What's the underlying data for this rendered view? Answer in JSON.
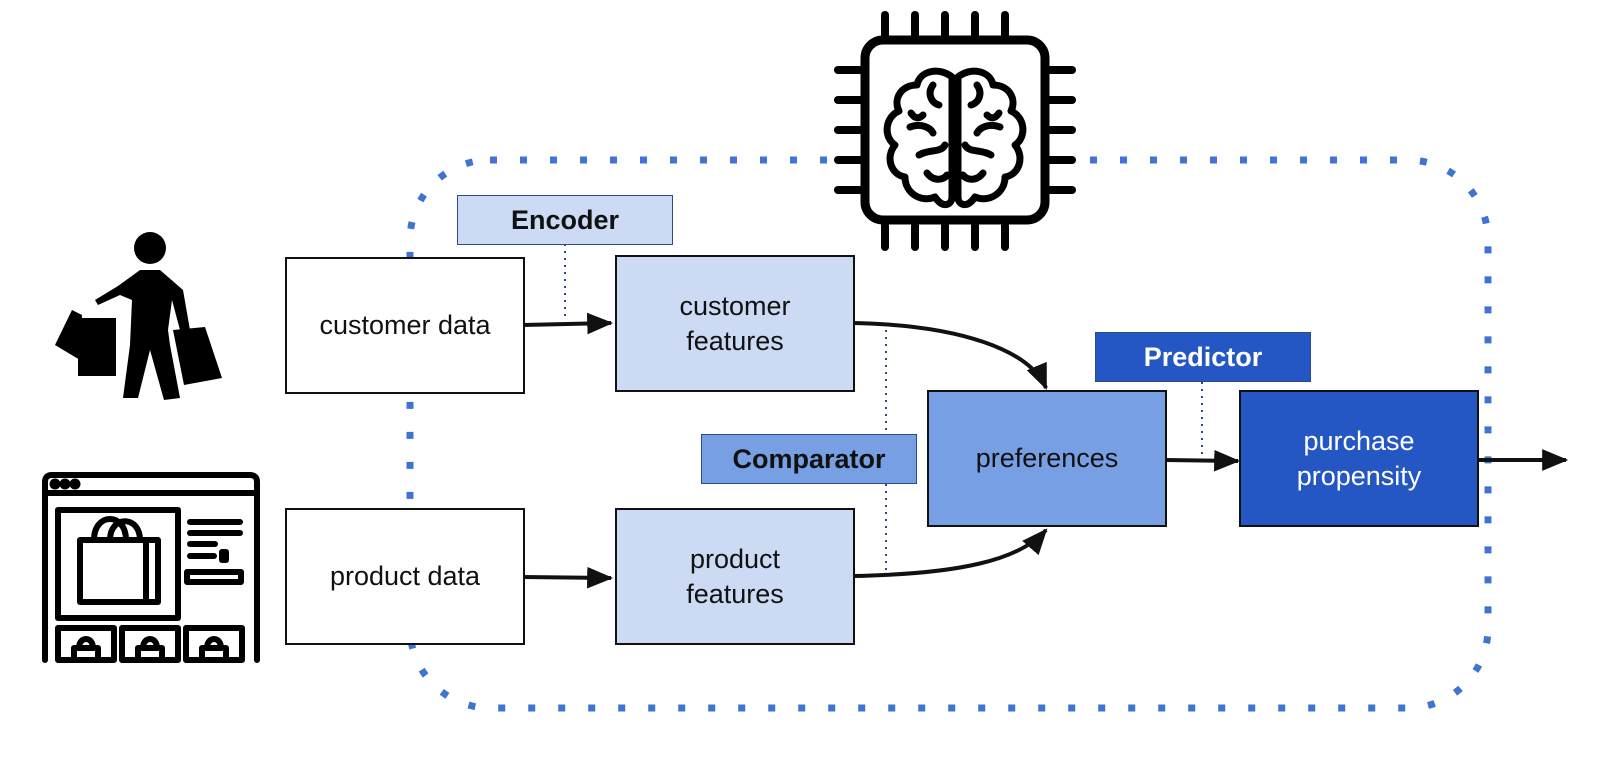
{
  "diagram": {
    "colors": {
      "boundary": "#3f74d0",
      "light_fill": "#ccdaf4",
      "mid_fill": "#779fe4",
      "dark_fill": "#2456c4",
      "stroke": "#111111"
    },
    "icons": {
      "shopper": "shopper-with-bags-icon",
      "store": "online-store-icon",
      "ai_chip": "ai-brain-chip-icon"
    },
    "inputs": {
      "customer_data": "customer data",
      "product_data": "product data"
    },
    "features": {
      "customer_features": "customer\nfeatures",
      "product_features": "product\nfeatures"
    },
    "stages": {
      "encoder": "Encoder",
      "comparator": "Comparator",
      "predictor": "Predictor"
    },
    "intermediate": {
      "preferences": "preferences"
    },
    "output": {
      "purchase_propensity": "purchase\npropensity"
    }
  }
}
